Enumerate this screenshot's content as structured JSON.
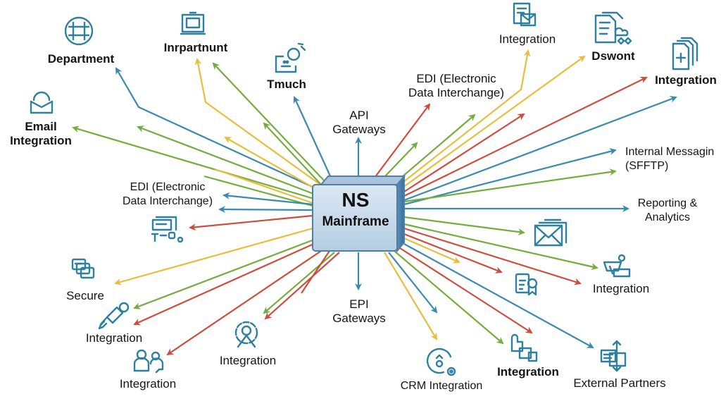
{
  "title": "NS Mainframe",
  "hub": {
    "line1": "NS",
    "line2": "Mainframe"
  },
  "colors": {
    "blue": "#3a8ab0",
    "green": "#74ac3e",
    "yellow": "#e9bd3c",
    "red": "#cf4b3c",
    "icon": "#2f7f9e",
    "hub_fill": "#c9dced",
    "hub_edge": "#4f7fa8"
  },
  "nodes": [
    {
      "id": "department",
      "label": "Department",
      "icon": "hash-globe-icon"
    },
    {
      "id": "inrpartnunt",
      "label": "Inrpartnunt",
      "icon": "laptop-icon"
    },
    {
      "id": "tmuch",
      "label": "Tmuch",
      "icon": "device-sync-icon"
    },
    {
      "id": "email",
      "label_1": "Email",
      "label_2": "Integration",
      "icon": "envelope-open-icon"
    },
    {
      "id": "api",
      "label_1": "API",
      "label_2": "Gateways"
    },
    {
      "id": "edi-top",
      "label_1": "EDI  (Electronic",
      "label_2": "Data Interchange)"
    },
    {
      "id": "integration-top",
      "label": "Integration",
      "icon": "document-mail-icon"
    },
    {
      "id": "dswont",
      "label": "Dswont",
      "icon": "documents-cloud-icon"
    },
    {
      "id": "integration-right",
      "label": "Integration",
      "icon": "document-plus-icon"
    },
    {
      "id": "internal-messaging",
      "label_1": "Internal Messagin",
      "label_2": "(SFFTP)"
    },
    {
      "id": "reporting",
      "label_1": "Reporting &",
      "label_2": "Analytics"
    },
    {
      "id": "mail-stack",
      "icon": "mail-stack-icon"
    },
    {
      "id": "integration-mid-right",
      "label": "Integration",
      "icon": "cart-device-icon"
    },
    {
      "id": "certificate",
      "icon": "clipboard-badge-icon"
    },
    {
      "id": "external-partners",
      "label": "External Partners",
      "icon": "server-exchange-icon"
    },
    {
      "id": "integration-bottom-right",
      "label": "Integration",
      "icon": "puzzle-pa-icon"
    },
    {
      "id": "crm",
      "label": "CRM Integration",
      "icon": "crm-gear-icon"
    },
    {
      "id": "epi",
      "label_1": "EPI",
      "label_2": "Gateways"
    },
    {
      "id": "integration-bottom-center",
      "label": "Integration",
      "icon": "target-user-icon"
    },
    {
      "id": "integration-bottom-left",
      "label": "Integration",
      "icon": "users-chat-icon"
    },
    {
      "id": "integration-left",
      "label": "Integration",
      "icon": "plug-icon"
    },
    {
      "id": "secure",
      "label": "Secure",
      "icon": "stacked-cards-icon"
    },
    {
      "id": "edi-left",
      "label_1": "EDI (Electronic",
      "label_2": "Data Interchange)"
    },
    {
      "id": "connector",
      "icon": "connector-device-icon"
    }
  ]
}
